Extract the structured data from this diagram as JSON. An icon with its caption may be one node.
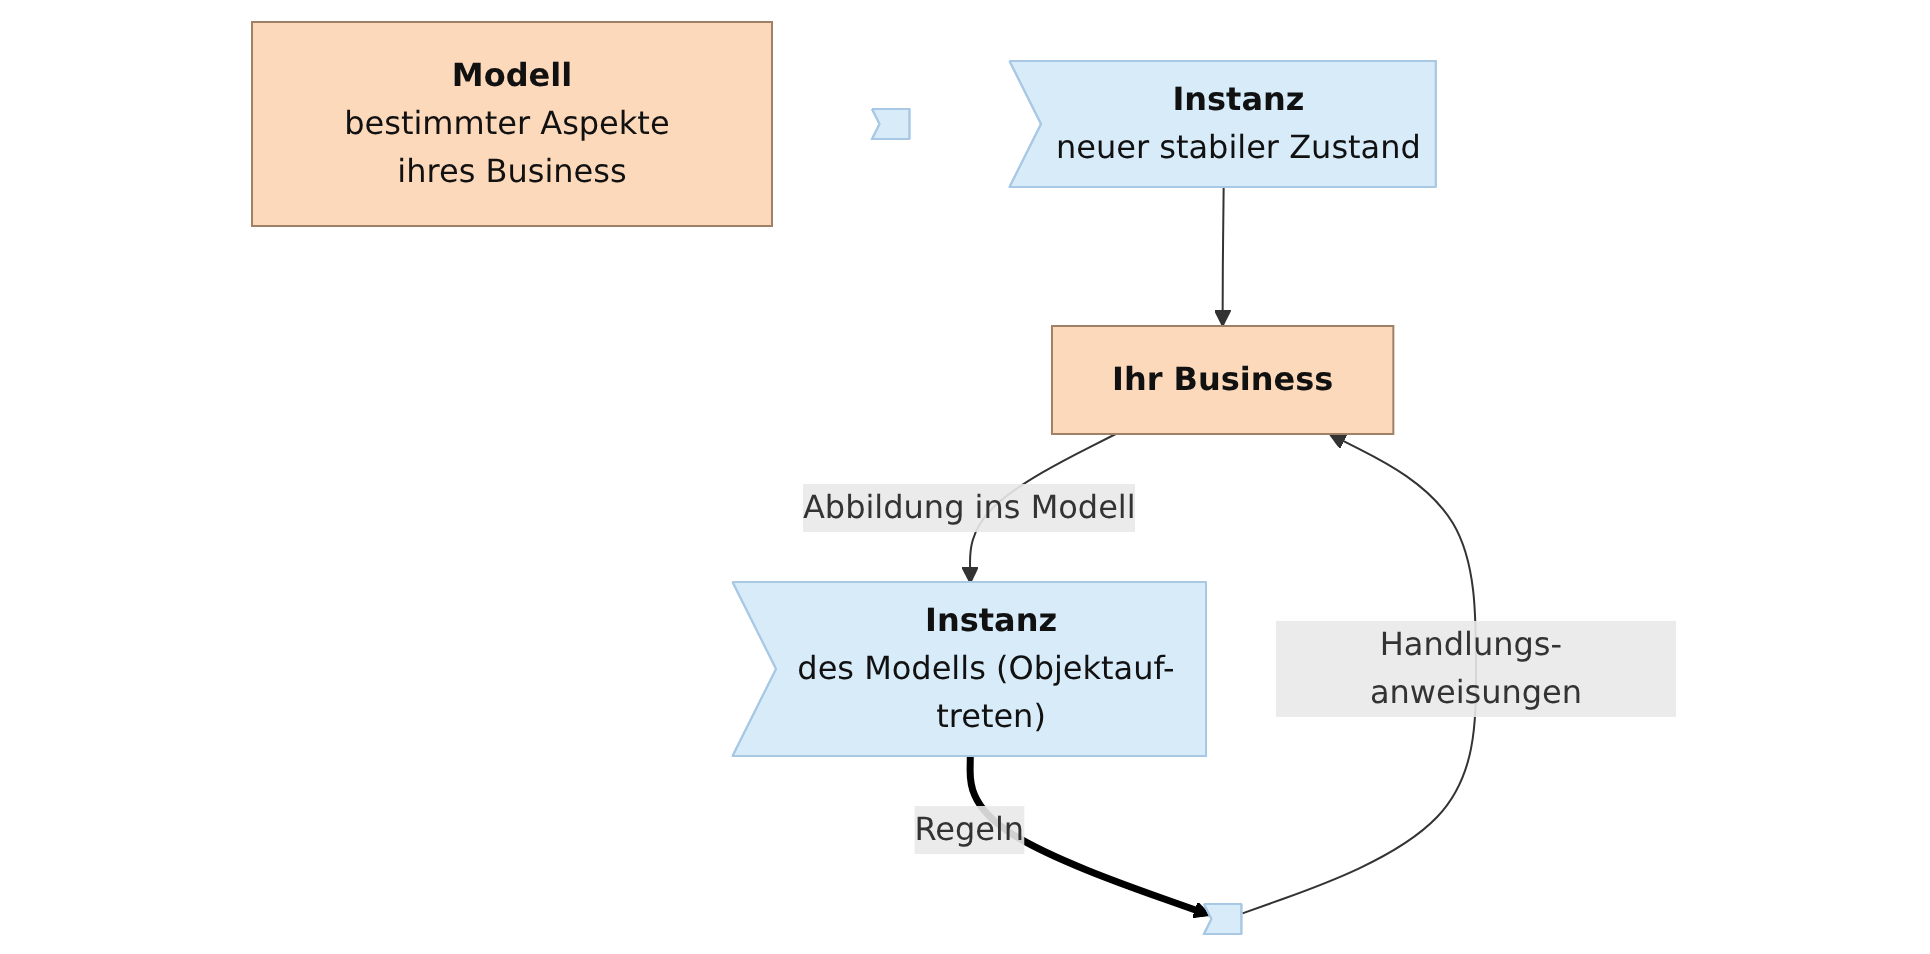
{
  "diagram": {
    "nodes": [
      {
        "text": [
          "Ihr Business"
        ]
      },
      {
        "text": [
          "Modell",
          "bestimmter Aspekte ihres Business"
        ]
      },
      {
        "text": [
          "Instanz",
          "des Modells (Objektauf- treten)"
        ]
      },
      {
        "text": [],
        "shape": "chevron"
      },
      {
        "text": [],
        "shape": "chevron"
      },
      {
        "text": [
          "Instanz",
          "neuer stabiler Zustand"
        ]
      }
    ],
    "edges": [
      {
        "from": 0,
        "to": 2,
        "arrow": "to",
        "label": "Abbildung ins Modell"
      },
      {
        "from": 2,
        "to": 4,
        "arrow": "to",
        "label": "Regeln",
        "style": "thick"
      },
      {
        "from": 4,
        "to": 0,
        "arrow": "to",
        "label": "Handlungs- anweisungen"
      },
      {
        "from": 5,
        "to": 0,
        "arrow": "to"
      }
    ]
  }
}
